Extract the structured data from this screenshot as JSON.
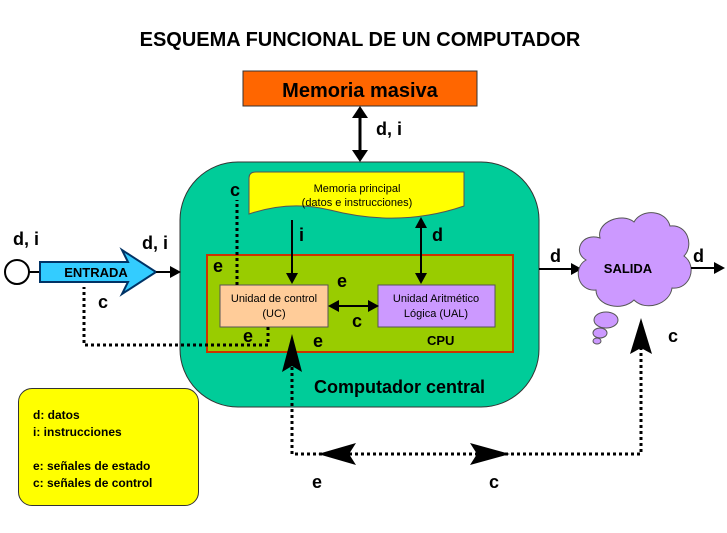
{
  "title": "ESQUEMA FUNCIONAL DE UN COMPUTADOR",
  "memoria_masiva": "Memoria masiva",
  "memoria_principal": {
    "line1": "Memoria principal",
    "line2": "(datos e instrucciones)"
  },
  "entrada": "ENTRADA",
  "salida": "SALIDA",
  "unidad_control": {
    "line1": "Unidad de control",
    "line2": "(UC)"
  },
  "ual": {
    "line1": "Unidad Aritmético",
    "line2": "Lógica (UAL)"
  },
  "cpu": "CPU",
  "computador_central": "Computador central",
  "signals": {
    "di_masiva": "d, i",
    "di_input": "d, i",
    "di_to_cc": "d, i",
    "c_mem": "c",
    "i_mem": "i",
    "d_mem": "d",
    "e_cpu_left": "e",
    "e_cpu_mid": "e",
    "c_cpu": "c",
    "e_uc_bottom": "e",
    "e_cpu_bottom": "e",
    "c_entrada": "c",
    "d_out_cc": "d",
    "d_out_salida": "d",
    "c_salida": "c",
    "e_bus": "e",
    "c_bus": "c"
  },
  "legend": {
    "line1": "d: datos",
    "line2": "i: instrucciones",
    "line3": "e: señales de estado",
    "line4": "c: señales de control"
  },
  "colors": {
    "memoria_masiva_fill": "#ff6600",
    "computador_central_fill": "#00cc99",
    "memoria_principal_fill": "#ffff00",
    "cpu_fill": "#99cc00",
    "cpu_border": "#cc3300",
    "uc_fill": "#ffcc99",
    "ual_fill": "#cc99ff",
    "salida_fill": "#cc99ff",
    "entrada_fill": "#33ccff",
    "legend_fill": "#ffff00"
  }
}
